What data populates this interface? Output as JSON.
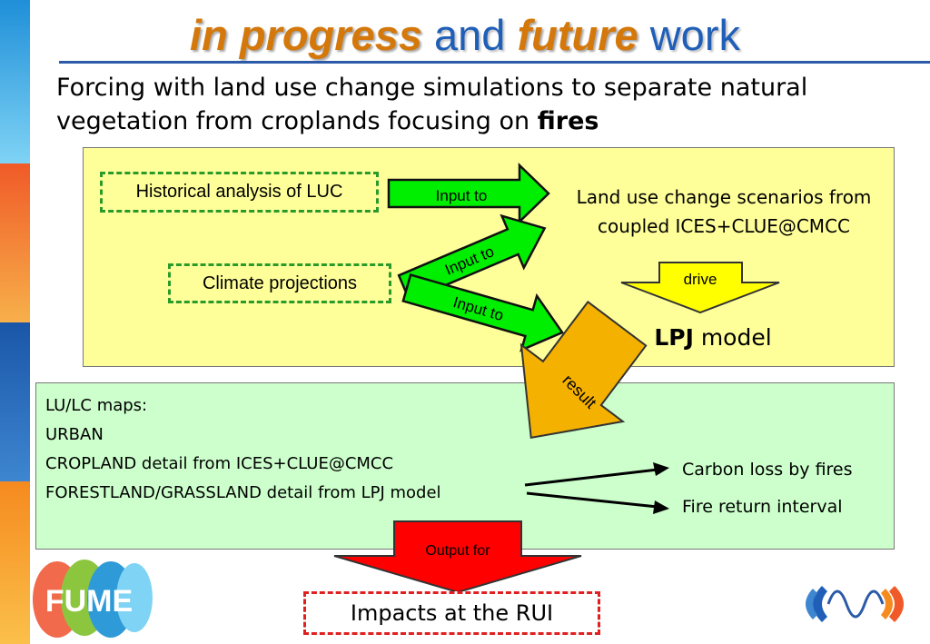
{
  "title": {
    "part1": "in progress",
    "part2": "and",
    "part3": "future",
    "part4": "work"
  },
  "subtitle": {
    "line": "Forcing with land use change simulations to separate natural vegetation from croplands focusing on",
    "bold": "fires"
  },
  "top_panel": {
    "historical": "Historical analysis  of LUC",
    "climate": "Climate projections",
    "scenarios_line1": "Land use change scenarios from",
    "scenarios_line2": "coupled ICES+CLUE@CMCC",
    "arrow_input_1": "Input to",
    "arrow_input_2": "Input to",
    "arrow_input_3": "Input to",
    "drive": "drive",
    "lpj_bold": "LPJ",
    "lpj_rest": " model"
  },
  "result_label": "result",
  "bottom_panel": {
    "lines": [
      "LU/LC maps:",
      "URBAN",
      "CROPLAND detail from ICES+CLUE@CMCC",
      "FORESTLAND/GRASSLAND detail from LPJ model"
    ],
    "carbon_loss": "Carbon loss by fires",
    "fire_return": "Fire return interval"
  },
  "output_for": "Output for",
  "impacts": "Impacts at the RUI",
  "logo_text": "FUME",
  "colors": {
    "title_highlight": "#d4780b",
    "title_plain": "#1f5fb8",
    "top_panel_bg": "#ffff9a",
    "bottom_panel_bg": "#ccffcc",
    "green_arrow": "#00ee00",
    "yellow_arrow": "#ffff00",
    "orange_arrow": "#f5b100",
    "red_arrow": "#ff0000"
  }
}
